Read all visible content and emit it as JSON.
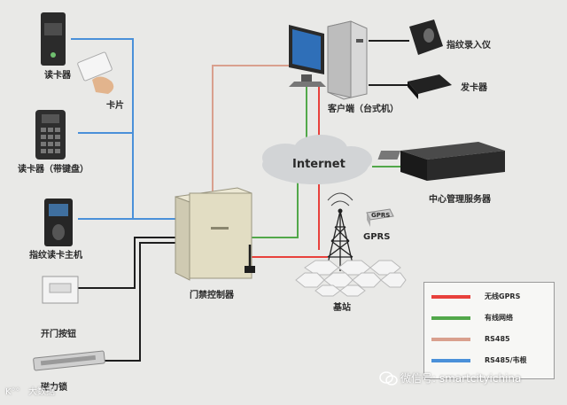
{
  "colors": {
    "wireless_gprs": "#e8413c",
    "wired_network": "#52a84a",
    "rs485": "#d9a08e",
    "rs485_wiegand": "#4a90d9",
    "black_wire": "#1e1e1e"
  },
  "nodes": {
    "card_reader": "读卡器",
    "card": "卡片",
    "keypad_reader": "读卡器（带键盘）",
    "fingerprint_reader_host": "指纹读卡主机",
    "exit_button": "开门按钮",
    "magnetic_lock": "磁力锁",
    "access_controller": "门禁控制器",
    "client_desktop": "客户端（台式机）",
    "fingerprint_enroller": "指纹录入仪",
    "card_issuer": "发卡器",
    "internet": "Internet",
    "central_server": "中心管理服务器",
    "gprs_tag": "GPRS",
    "gprs_label": "GPRS",
    "base_station": "基站"
  },
  "legend": [
    {
      "label": "无线GPRS",
      "color": "#e8413c"
    },
    {
      "label": "有线网络",
      "color": "#52a84a"
    },
    {
      "label": "RS485",
      "color": "#d9a08e"
    },
    {
      "label": "RS485/韦根",
      "color": "#4a90d9"
    }
  ],
  "watermark": {
    "wechat": "微信号: smartcityichina",
    "source": "大数据",
    "source_prefix": "K°°"
  }
}
